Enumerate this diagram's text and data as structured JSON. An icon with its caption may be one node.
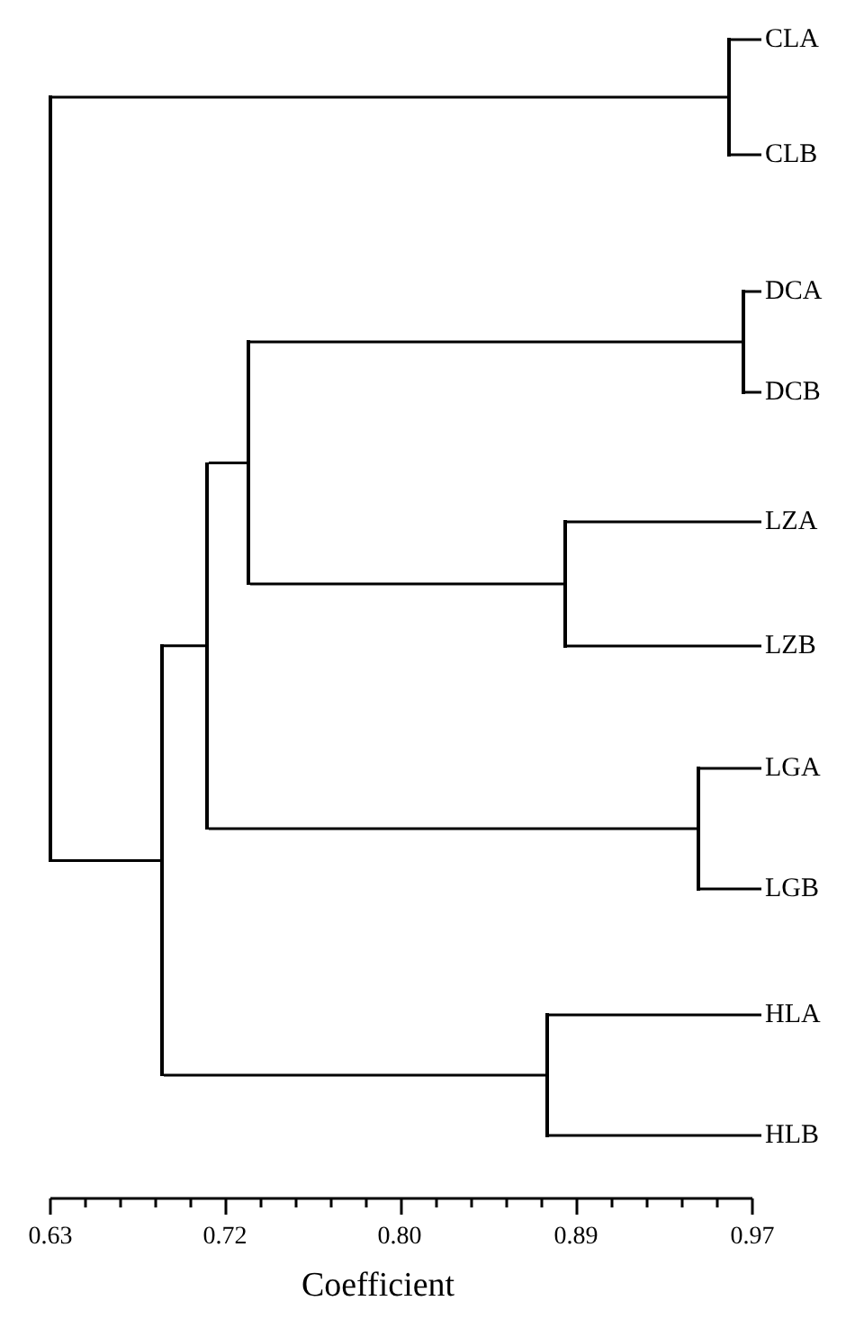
{
  "diagram": {
    "nodes": [
      {
        "text": [
          "CLA"
        ]
      },
      {
        "text": [
          "CLB"
        ]
      },
      {
        "text": [
          "DCA"
        ]
      },
      {
        "text": [
          "DCB"
        ]
      },
      {
        "text": [
          "LZA"
        ]
      },
      {
        "text": [
          "LZB"
        ]
      },
      {
        "text": [
          "LGA"
        ]
      },
      {
        "text": [
          "LGB"
        ]
      },
      {
        "text": [
          "HLA"
        ]
      },
      {
        "text": [
          "HLB"
        ]
      },
      {
        "text": [],
        "shape": "bar"
      },
      {
        "text": [],
        "shape": "bar"
      },
      {
        "text": [],
        "shape": "bar"
      },
      {
        "text": [],
        "shape": "bar"
      },
      {
        "text": [],
        "shape": "bar"
      },
      {
        "text": [],
        "shape": "bar"
      },
      {
        "text": [],
        "shape": "bar"
      },
      {
        "text": [],
        "shape": "bar"
      },
      {
        "text": [],
        "shape": "bar"
      }
    ],
    "edges": [
      {
        "from": 10,
        "to": 17,
        "arrow": "none"
      },
      {
        "from": 10,
        "to": 11,
        "arrow": "none"
      },
      {
        "from": 11,
        "to": 12,
        "arrow": "none"
      },
      {
        "from": 11,
        "to": 14,
        "arrow": "none"
      },
      {
        "from": 12,
        "to": 13,
        "arrow": "none"
      },
      {
        "from": 12,
        "to": 16,
        "arrow": "none"
      },
      {
        "from": 13,
        "to": 18,
        "arrow": "none"
      },
      {
        "from": 13,
        "to": 15,
        "arrow": "none"
      },
      {
        "from": 17,
        "to": 0,
        "arrow": "none"
      },
      {
        "from": 17,
        "to": 1,
        "arrow": "none"
      },
      {
        "from": 18,
        "to": 2,
        "arrow": "none"
      },
      {
        "from": 18,
        "to": 3,
        "arrow": "none"
      },
      {
        "from": 15,
        "to": 4,
        "arrow": "none"
      },
      {
        "from": 15,
        "to": 5,
        "arrow": "none"
      },
      {
        "from": 16,
        "to": 6,
        "arrow": "none"
      },
      {
        "from": 16,
        "to": 7,
        "arrow": "none"
      },
      {
        "from": 14,
        "to": 8,
        "arrow": "none"
      },
      {
        "from": 14,
        "to": 9,
        "arrow": "none"
      }
    ],
    "labels": [
      "0.63",
      "0.72",
      "0.80",
      "0.89",
      "0.97",
      "Coefficient"
    ]
  }
}
